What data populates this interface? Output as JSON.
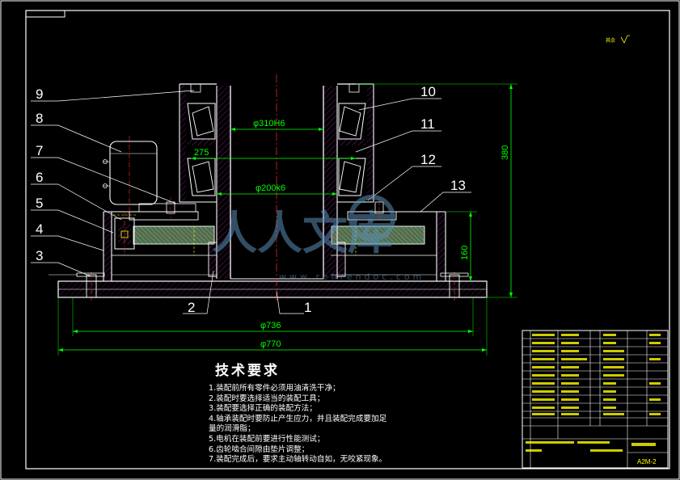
{
  "part_labels": [
    "1",
    "2",
    "3",
    "4",
    "5",
    "6",
    "7",
    "8",
    "9",
    "10",
    "11",
    "12",
    "13"
  ],
  "dimensions": {
    "bore_top": "φ310H6",
    "bore_bottom": "φ200k6",
    "width_275": "275",
    "height_total": "380",
    "height_160": "160",
    "dia_736": "φ736",
    "dia_770": "φ770"
  },
  "roughness_note": "其余",
  "watermark": {
    "chars": "人人文库",
    "url": "www.renrendoc.com"
  },
  "tech_requirements": {
    "title": "技术要求",
    "lines": [
      "1.装配前所有零件必须用油清洗干净；",
      "2.装配时要选择适当的装配工具；",
      "3.装配要选择正确的装配方法；",
      "4.轴承装配时要防止产生应力，并且装配完成要加足",
      "量的润滑脂；",
      "5.电机在装配前要进行性能测试；",
      "6.齿轮啮合间隙由垫片调整；",
      "7.装配完成后，要求主动轴转动自如，无咬紧现象。"
    ]
  },
  "title_block": {
    "drawing_no": "A2M-2"
  },
  "colors": {
    "background": "#000000",
    "border": "#ffffff",
    "outline": "#ffffff",
    "dimension": "#00ff00",
    "leader_text": "#ffffff",
    "centerline": "#ff3030",
    "hidden": "#ffff00",
    "hatch": "#ff00ff",
    "gear_fill": "#6b8f6b",
    "watermark": "#5a8fb8"
  }
}
